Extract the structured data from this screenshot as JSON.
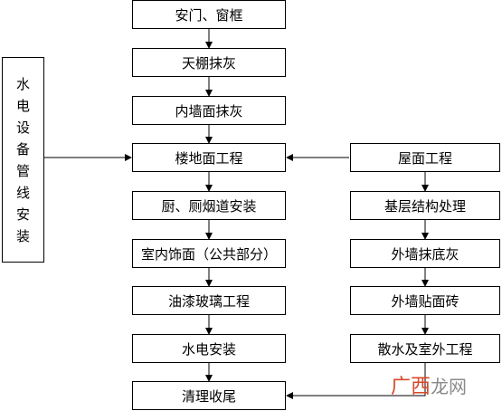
{
  "left_vertical_box": [
    "水",
    "电",
    "设",
    "备",
    "管",
    "线",
    "安",
    "装"
  ],
  "main_column": [
    "安门、窗框",
    "天棚抹灰",
    "内墙面抹灰",
    "楼地面工程",
    "厨、厕烟道安装",
    "室内饰面（公共部分）",
    "油漆玻璃工程",
    "水电安装",
    "清理收尾"
  ],
  "right_column": [
    "屋面工程",
    "基层结构处理",
    "外墙抹底灰",
    "外墙贴面砖",
    "散水及室外工程"
  ],
  "watermark": {
    "red": "广西",
    "gray": "龙网"
  }
}
